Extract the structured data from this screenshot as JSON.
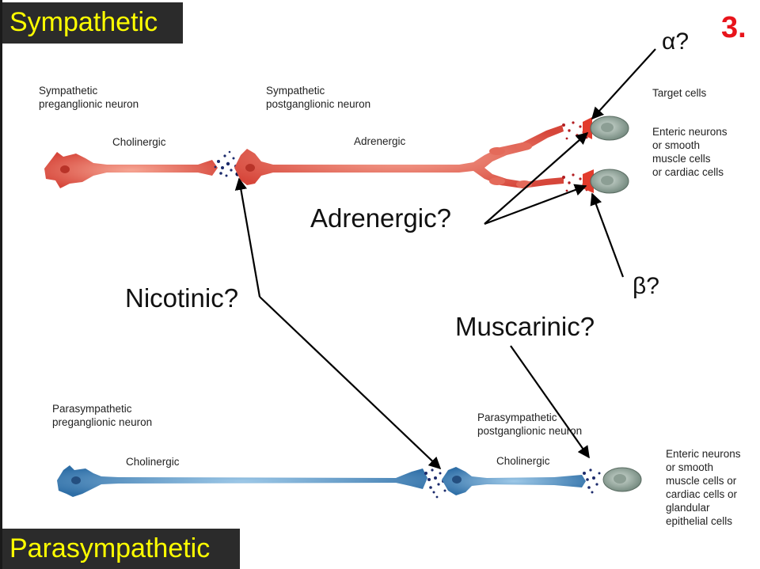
{
  "header": {
    "section_label": "Sympathetic",
    "slide_number": "3."
  },
  "footer": {
    "section_label": "Parasympathetic"
  },
  "sympathetic": {
    "pre_label": "Sympathetic\npreganglionic neuron",
    "post_label": "Sympathetic\npostganglionic neuron",
    "pre_type": "Cholinergic",
    "post_type": "Adrenergic",
    "target_title": "Target cells",
    "target_cells": "Enteric neurons\nor smooth\nmuscle cells\nor cardiac cells"
  },
  "parasympathetic": {
    "pre_label": "Parasympathetic\npreganglionic neuron",
    "post_label": "Parasympathetic\npostganglionic neuron",
    "pre_type": "Cholinergic",
    "post_type": "Cholinergic",
    "target_cells": "Enteric neurons\nor smooth\nmuscle cells or\ncardiac cells or\nglandular\nepithelial cells"
  },
  "questions": {
    "alpha": "α?",
    "beta": "β?",
    "adrenergic": "Adrenergic?",
    "nicotinic": "Nicotinic?",
    "muscarinic": "Muscarinic?"
  },
  "colors": {
    "sympathetic_neuron": "#e05a4e",
    "parasympathetic_neuron": "#3d7fb8",
    "target_cell": "#8fa39a",
    "title_text": "#ffff00",
    "slide_number": "#e8141b"
  }
}
